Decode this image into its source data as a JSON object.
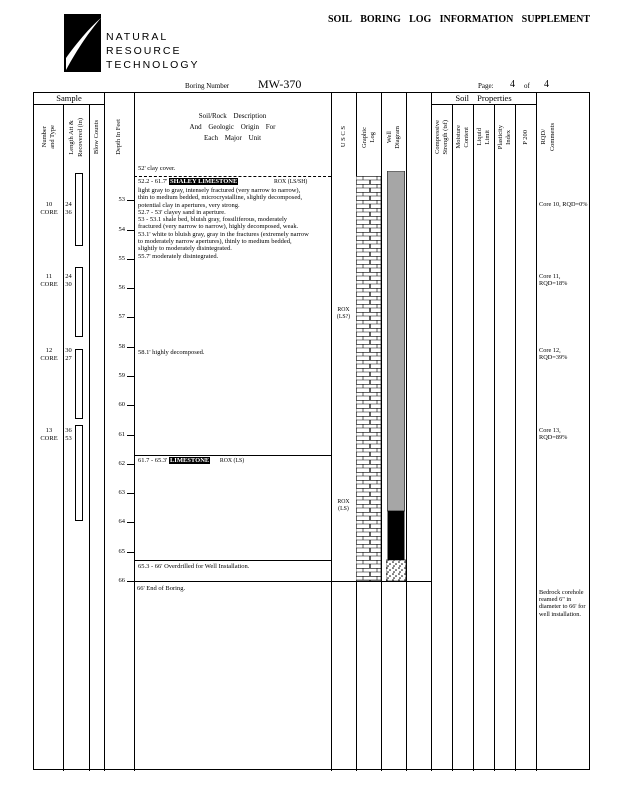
{
  "header": {
    "company_lines": [
      "NATURAL",
      "RESOURCE",
      "TECHNOLOGY"
    ],
    "title_words": [
      "SOIL",
      "BORING",
      "LOG",
      "INFORMATION",
      "SUPPLEMENT"
    ],
    "boring_label": "Boring Number",
    "boring_number": "MW-370",
    "page_label": "Page:",
    "page_num": "4",
    "of_label": "of",
    "page_total": "4"
  },
  "table": {
    "group_sample": "Sample",
    "group_soil_properties": "Soil Properties",
    "col_number": [
      "Number",
      "and Type"
    ],
    "col_length": [
      "Length Att &",
      "Recovered (in)"
    ],
    "col_blow": "Blow Counts",
    "col_depth": "Depth In Feet",
    "col_desc": [
      "Soil/Rock Description",
      "And Geologic Origin For",
      "Each Major Unit"
    ],
    "col_uscs": "U S C S",
    "col_graphic": [
      "Graphic",
      "Log"
    ],
    "col_well": [
      "Well",
      "Diagram"
    ],
    "col_compressive": [
      "Compressive",
      "Strength (tsf)"
    ],
    "col_moisture": [
      "Moisture",
      "Content"
    ],
    "col_liquid": [
      "Liquid",
      "Limit"
    ],
    "col_plasticity": [
      "Plasticity",
      "Index"
    ],
    "col_p200": "P 200",
    "col_comments": [
      "RQD/",
      "Comments"
    ],
    "depth_ticks": [
      "53",
      "54",
      "55",
      "56",
      "57",
      "58",
      "59",
      "60",
      "61",
      "62",
      "63",
      "64",
      "65",
      "66"
    ]
  },
  "samples": [
    {
      "number": "10",
      "type": "CORE",
      "att": "24",
      "rec": "36",
      "comment": "Core 10, RQD=0%"
    },
    {
      "number": "11",
      "type": "CORE",
      "att": "24",
      "rec": "30",
      "comment": "Core 11, RQD=18%"
    },
    {
      "number": "12",
      "type": "CORE",
      "att": "30",
      "rec": "27",
      "comment": "Core 12, RQD=39%"
    },
    {
      "number": "13",
      "type": "CORE",
      "att": "36",
      "rec": "53",
      "comment": "Core 13, RQD=89%"
    }
  ],
  "log": {
    "clay_cover": "52' clay cover.",
    "unit1_prefix": "52.2 - 61.7'",
    "unit1_name": "SHALEY LIMESTONE",
    "unit1_note": "ROX (LS/SH)",
    "unit1_body1": "light gray to gray, intensely fractured (very narrow to narrow), thin to medium bedded, microcrystalline, slightly decomposed, potential clay in apertures, very strong.",
    "unit1_body2": "52.7 - 53' clayey sand in aperture.",
    "unit1_body3": "53 - 53.1 shale bed, bluish gray, fossiliferous, moderately fractured (very narrow to narrow), highly decomposed, weak.",
    "unit1_body4": "53.1' white to bluish gray, gray in the fractures (extremely narrow to moderately narrow apertures), thinly to medium bedded, slightly to moderately disintegrated.",
    "note_55_7": "55.7' moderately disintegrated.",
    "note_58_1": "58.1' highly decomposed.",
    "unit2_prefix": "61.7 - 65.3'",
    "unit2_name": "LIMESTONE",
    "unit2_note": "ROX (LS)",
    "uscs_note1_l1": "ROX",
    "uscs_note1_l2": "(LS?)",
    "uscs_note2_l1": "ROX",
    "uscs_note2_l2": "(LS)",
    "overdrill": "65.3 - 66' Overdrilled for Well Installation.",
    "end_of_boring": "66' End of Boring.",
    "bedrock_comment": "Bedrock corehole reamed 6\" in diameter to 66' for well installation."
  }
}
